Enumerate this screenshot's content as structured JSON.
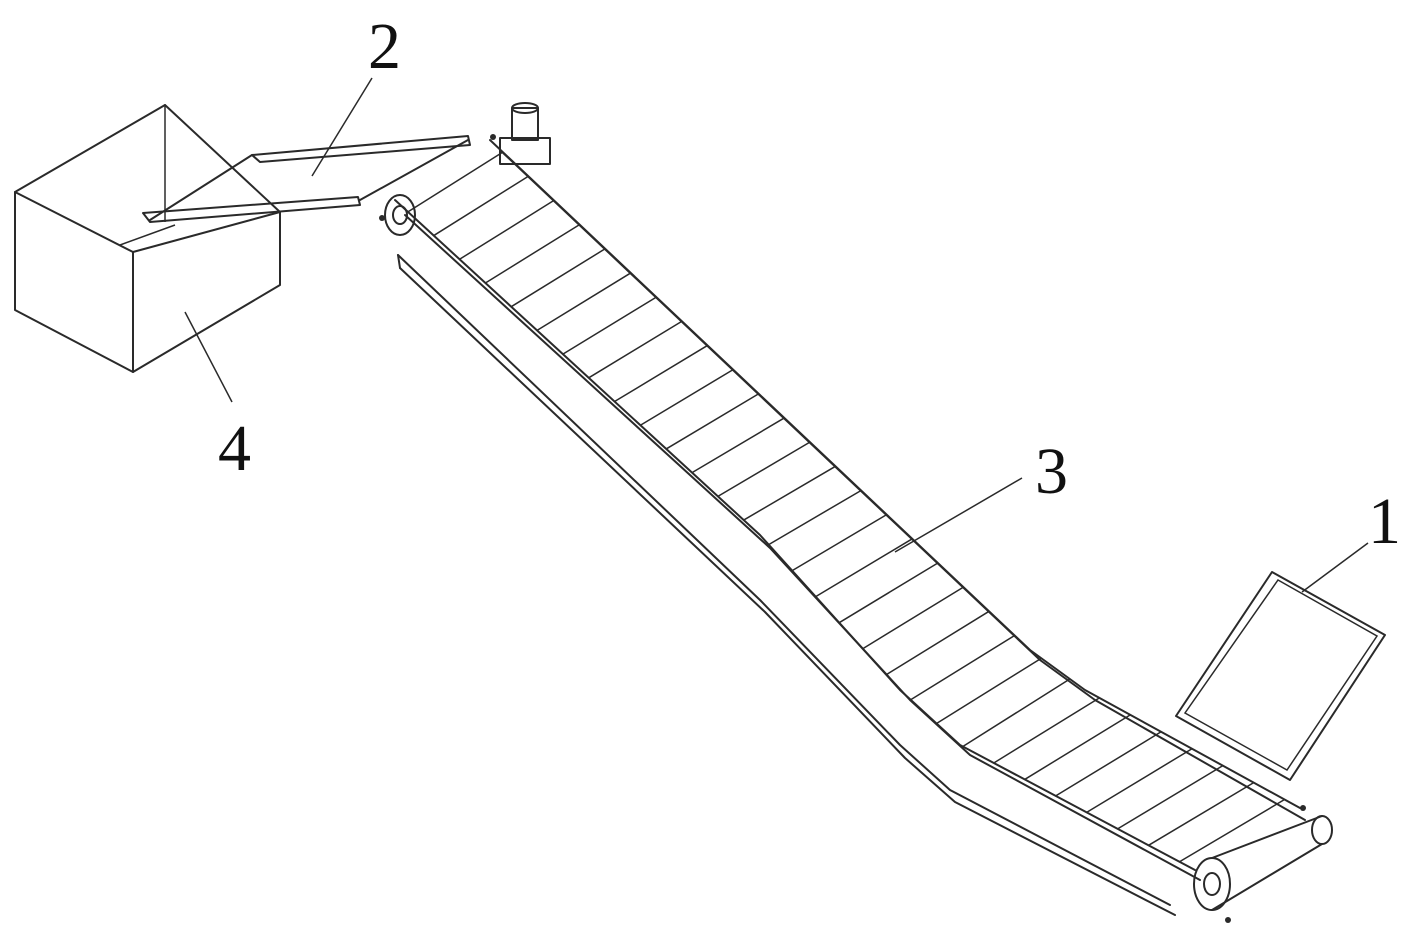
{
  "labels": {
    "hopper_tray": "1",
    "chute": "2",
    "conveyor": "3",
    "collection_box": "4"
  },
  "conveyor": {
    "slat_count": 30
  }
}
